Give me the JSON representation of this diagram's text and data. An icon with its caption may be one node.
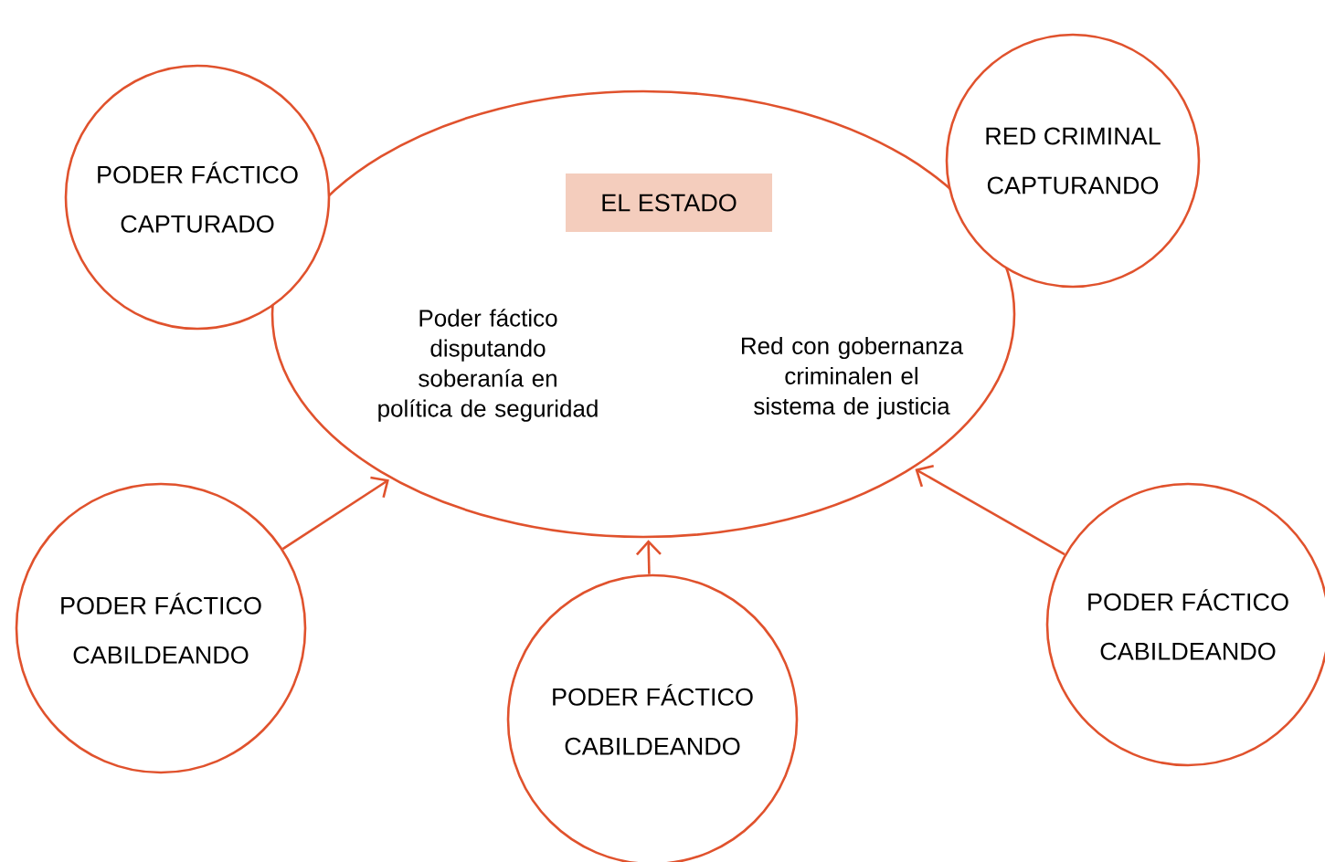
{
  "diagram": {
    "nodes": [
      {
        "text": [
          "Poder fáctico disputando soberanía en política de seguridad",
          "Red con gobernanza criminalen el sistema de justicia"
        ]
      },
      {
        "text": [
          "EL ESTADO"
        ],
        "in": 0
      },
      {
        "text": [
          "PODER FÁCTICO CAPTURADO"
        ]
      },
      {
        "text": [
          "RED CRIMINAL CAPTURANDO"
        ]
      },
      {
        "text": [
          "PODER FÁCTICO CABILDEANDO"
        ]
      },
      {
        "text": [
          "PODER FÁCTICO CABILDEANDO"
        ]
      },
      {
        "text": [
          "PODER FÁCTICO CABILDEANDO"
        ]
      }
    ],
    "edges": [
      {
        "from": 4,
        "to": 0,
        "arrow": "to"
      },
      {
        "from": 5,
        "to": 0,
        "arrow": "to"
      },
      {
        "from": 6,
        "to": 0,
        "arrow": "to"
      }
    ]
  }
}
